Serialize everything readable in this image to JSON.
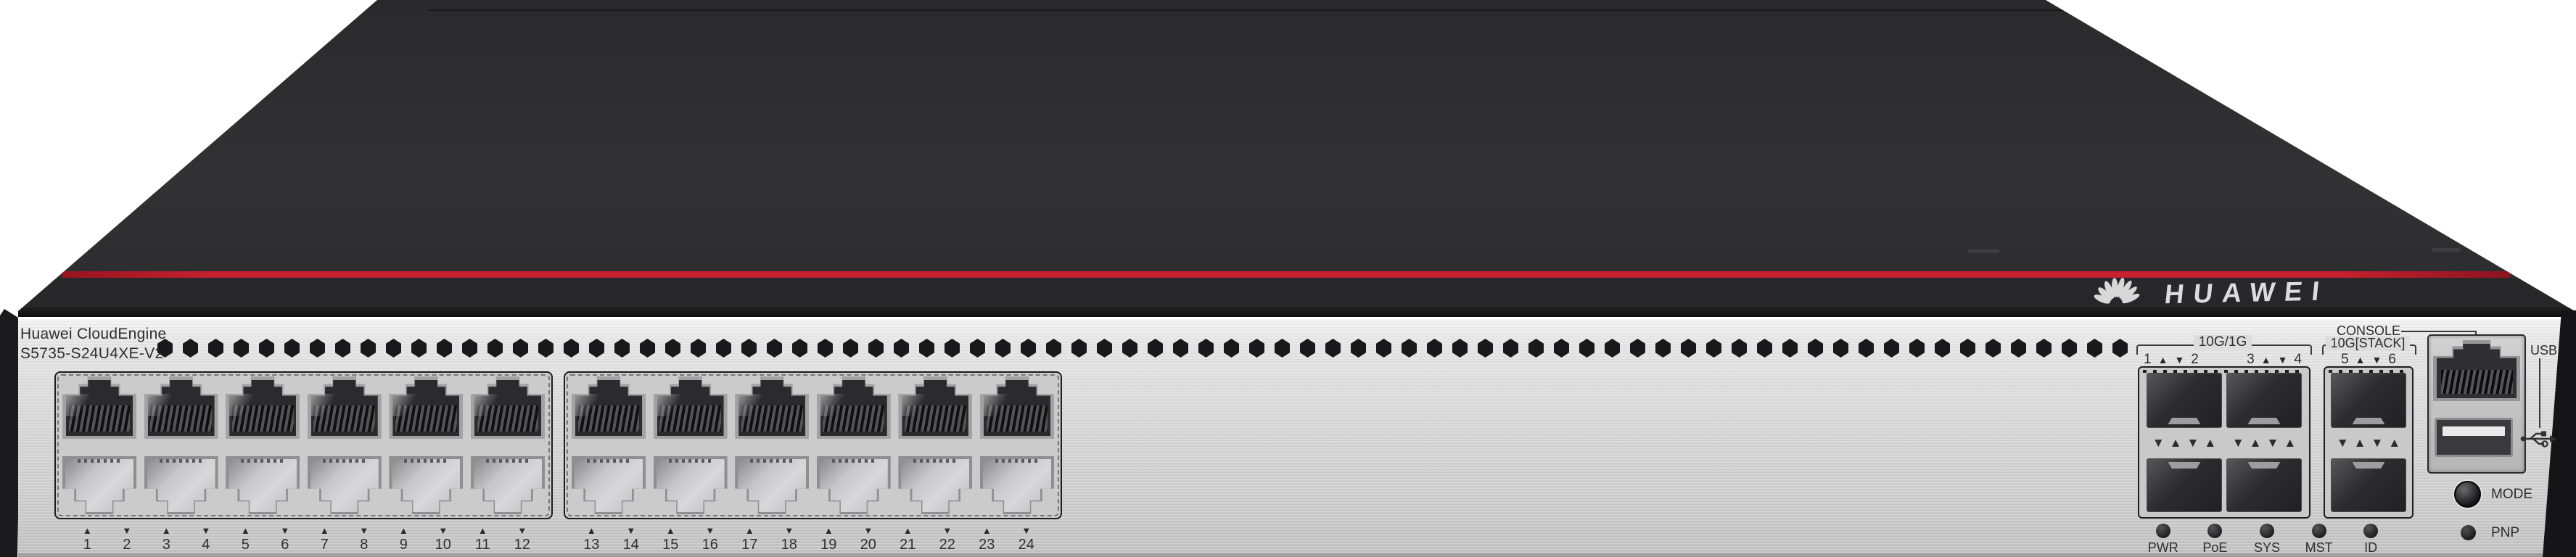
{
  "device": {
    "brand_line": "Huawei CloudEngine",
    "model_line": "S5735-S24U4XE-V2",
    "logo_text": "HUAWEI"
  },
  "colors": {
    "accent_red": "#c5212e",
    "chassis_dark": "#2e2e30",
    "faceplate_silver": "#d8d8d8"
  },
  "glyphs": {
    "up": "▲",
    "down": "▼"
  },
  "faceplate": {
    "vent_hole_count": 78,
    "jack_columns": 6,
    "cage_arrows": "▼▲▼▲",
    "port_numbers_group1": [
      {
        "num": "1",
        "arrow": "▲"
      },
      {
        "num": "2",
        "arrow": "▼"
      },
      {
        "num": "3",
        "arrow": "▲"
      },
      {
        "num": "4",
        "arrow": "▼"
      },
      {
        "num": "5",
        "arrow": "▲"
      },
      {
        "num": "6",
        "arrow": "▼"
      },
      {
        "num": "7",
        "arrow": "▲"
      },
      {
        "num": "8",
        "arrow": "▼"
      },
      {
        "num": "9",
        "arrow": "▲"
      },
      {
        "num": "10",
        "arrow": "▼"
      },
      {
        "num": "11",
        "arrow": "▲"
      },
      {
        "num": "12",
        "arrow": "▼"
      }
    ],
    "port_numbers_group2": [
      {
        "num": "13",
        "arrow": "▲"
      },
      {
        "num": "14",
        "arrow": "▼"
      },
      {
        "num": "15",
        "arrow": "▲"
      },
      {
        "num": "16",
        "arrow": "▼"
      },
      {
        "num": "17",
        "arrow": "▲"
      },
      {
        "num": "18",
        "arrow": "▼"
      },
      {
        "num": "19",
        "arrow": "▲"
      },
      {
        "num": "20",
        "arrow": "▼"
      },
      {
        "num": "21",
        "arrow": "▲"
      },
      {
        "num": "22",
        "arrow": "▼"
      },
      {
        "num": "23",
        "arrow": "▲"
      },
      {
        "num": "24",
        "arrow": "▼"
      }
    ],
    "uplink": {
      "group_label": "10G/1G",
      "columns": 2,
      "pairs": [
        {
          "first": "1",
          "second": "2"
        },
        {
          "first": "3",
          "second": "4"
        }
      ]
    },
    "stack": {
      "console_label": "CONSOLE",
      "group_label": "10G[STACK]",
      "columns": 1,
      "pair": {
        "first": "5",
        "second": "6"
      }
    },
    "usb_label": "USB",
    "mode_button_label": "MODE",
    "pnp_label": "PNP",
    "status_leds": [
      "PWR",
      "PoE",
      "SYS",
      "MST",
      "ID"
    ]
  }
}
